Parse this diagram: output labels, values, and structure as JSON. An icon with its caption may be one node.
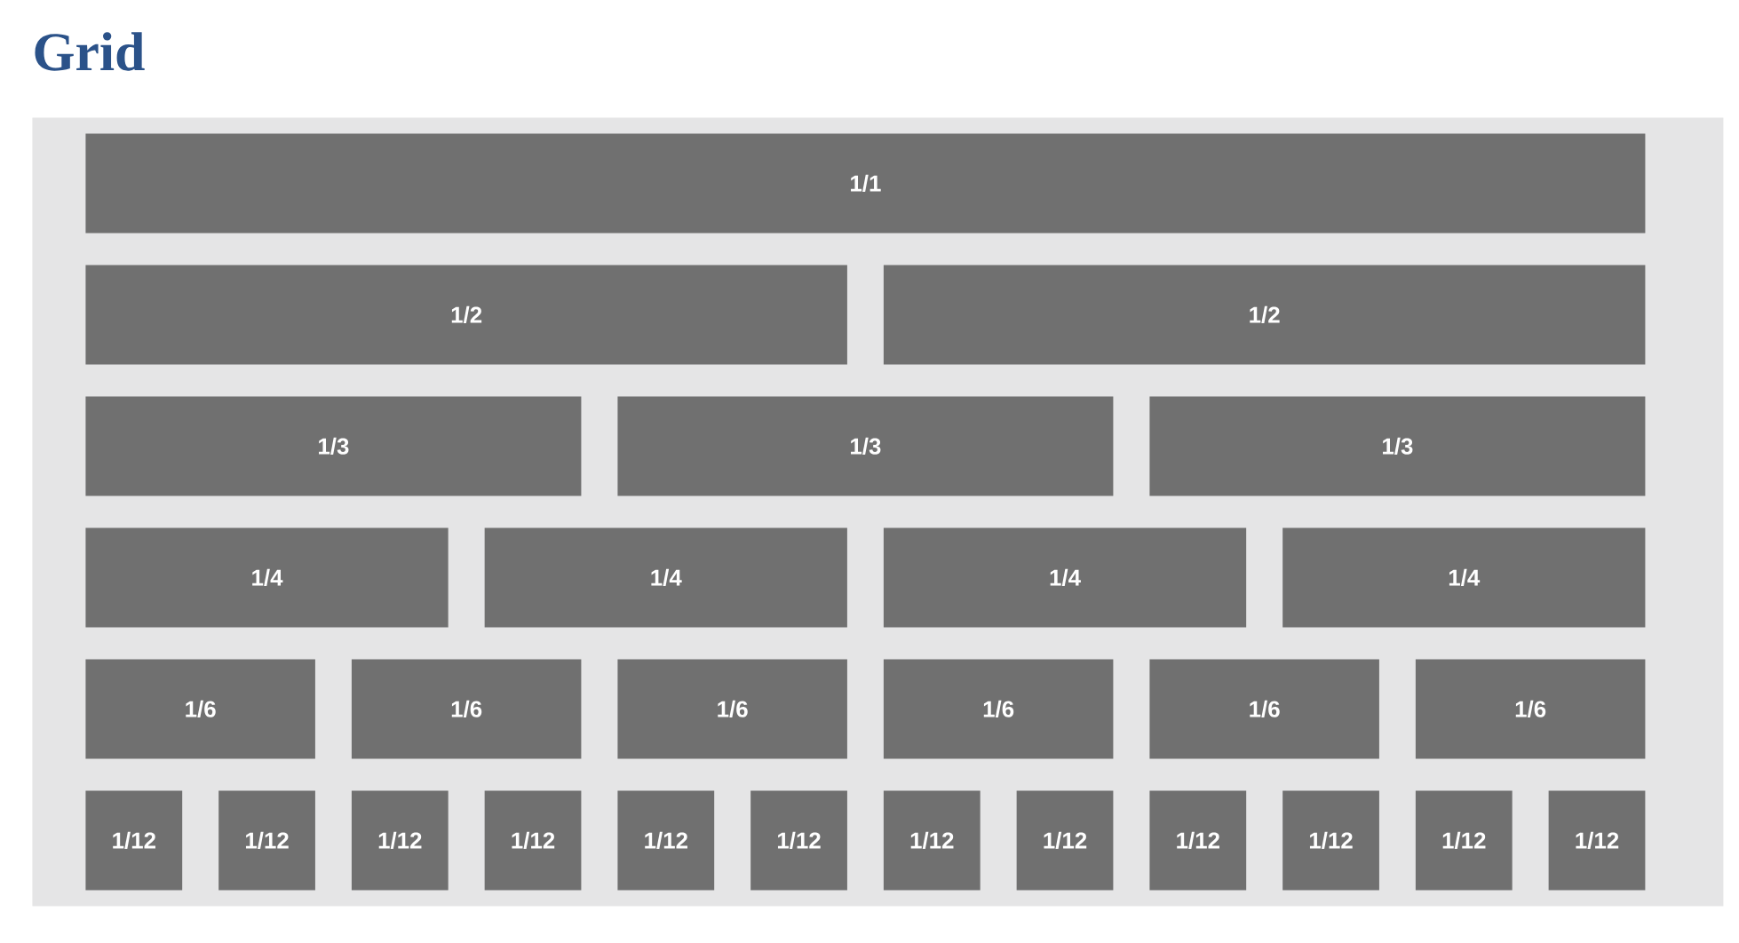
{
  "diagram": {
    "title": "Grid",
    "nodes": [
      {
        "text": [],
        "shape": "box"
      },
      {
        "text": [
          "1/1"
        ],
        "in": 0
      },
      {
        "text": [
          "1/2"
        ],
        "in": 0
      },
      {
        "text": [
          "1/2"
        ],
        "in": 0
      },
      {
        "text": [
          "1/3"
        ],
        "in": 0
      },
      {
        "text": [
          "1/3"
        ],
        "in": 0
      },
      {
        "text": [
          "1/3"
        ],
        "in": 0
      },
      {
        "text": [
          "1/4"
        ],
        "in": 0
      },
      {
        "text": [
          "1/4"
        ],
        "in": 0
      },
      {
        "text": [
          "1/4"
        ],
        "in": 0
      },
      {
        "text": [
          "1/4"
        ],
        "in": 0
      },
      {
        "text": [
          "1/6"
        ],
        "in": 0
      },
      {
        "text": [
          "1/6"
        ],
        "in": 0
      },
      {
        "text": [
          "1/6"
        ],
        "in": 0
      },
      {
        "text": [
          "1/6"
        ],
        "in": 0
      },
      {
        "text": [
          "1/6"
        ],
        "in": 0
      },
      {
        "text": [
          "1/6"
        ],
        "in": 0
      },
      {
        "text": [
          "1/12"
        ],
        "in": 0
      },
      {
        "text": [
          "1/12"
        ],
        "in": 0
      },
      {
        "text": [
          "1/12"
        ],
        "in": 0
      },
      {
        "text": [
          "1/12"
        ],
        "in": 0
      },
      {
        "text": [
          "1/12"
        ],
        "in": 0
      },
      {
        "text": [
          "1/12"
        ],
        "in": 0
      },
      {
        "text": [
          "1/12"
        ],
        "in": 0
      },
      {
        "text": [
          "1/12"
        ],
        "in": 0
      },
      {
        "text": [
          "1/12"
        ],
        "in": 0
      },
      {
        "text": [
          "1/12"
        ],
        "in": 0
      },
      {
        "text": [
          "1/12"
        ],
        "in": 0
      },
      {
        "text": [
          "1/12"
        ],
        "in": 0
      }
    ]
  }
}
